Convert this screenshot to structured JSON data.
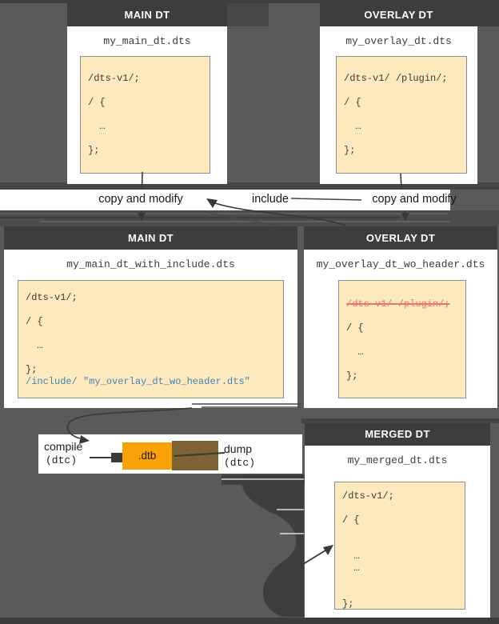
{
  "cards": {
    "main_top": {
      "header": "MAIN DT",
      "title": "my_main_dt.dts",
      "code": "/dts-v1/;\n\n/ {\n\n  …\n\n};"
    },
    "overlay_top": {
      "header": "OVERLAY DT",
      "title": "my_overlay_dt.dts",
      "code": "/dts-v1/ /plugin/;\n\n/ {\n\n  …\n\n};"
    },
    "main_include": {
      "header": "MAIN DT",
      "title": "my_main_dt_with_include.dts",
      "code_main": "/dts-v1/;\n\n/ {\n\n  …\n\n};\n",
      "code_include": "/include/ \"my_overlay_dt_wo_header.dts\""
    },
    "overlay_wo_header": {
      "header": "OVERLAY DT",
      "title": "my_overlay_dt_wo_header.dts",
      "code_removed": "/dts-v1/ /plugin/;",
      "code_rest": "\n\n/ {\n\n  …\n\n};"
    },
    "merged": {
      "header": "MERGED DT",
      "title": "my_merged_dt.dts",
      "code": "/dts-v1/;\n\n/ {\n\n\n  …\n  …\n\n\n};"
    }
  },
  "labels": {
    "copy_left": "copy and modify",
    "include": "include",
    "copy_right": "copy and modify",
    "compile": "compile",
    "compile_tool": "(dtc)",
    "dtb": ".dtb",
    "dump": "dump",
    "dump_tool": "(dtc)"
  },
  "colors": {
    "background": "#5a5a5a",
    "header_bar": "#3d3d3d",
    "card": "#ffffff",
    "code_bg": "#fce9bd",
    "code_border": "#8f8f8f",
    "code_text": "#3c3c3c",
    "include_blue": "#4584b6",
    "removed_red": "#e8756a",
    "dtb_orange": "#f9a109",
    "dtb_brown": "#7b6334",
    "arrow": "#383838"
  }
}
